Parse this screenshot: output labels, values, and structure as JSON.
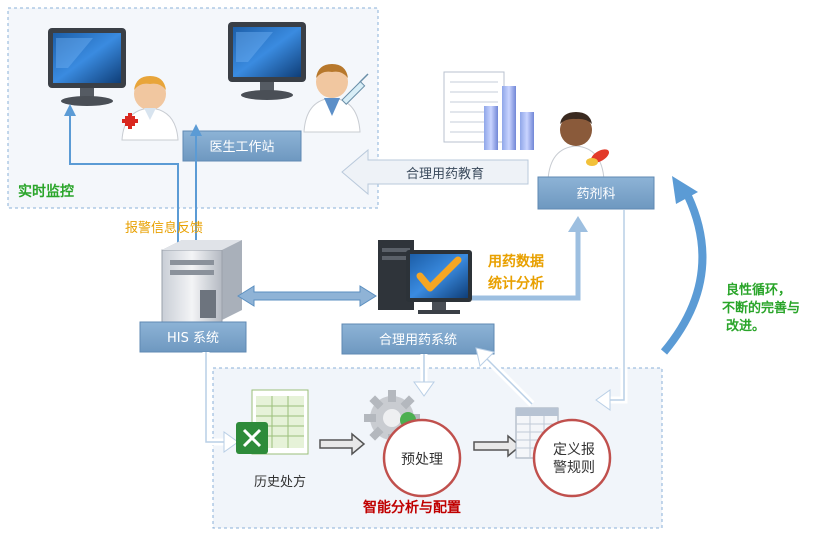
{
  "labels": {
    "doctor_station": "医生工作站",
    "realtime_monitor": "实时监控",
    "alarm_feedback": "报警信息反馈",
    "education": "合理用药教育",
    "pharmacy": "药剂科",
    "his": "HIS 系统",
    "rational_system": "合理用药系统",
    "stats_line1": "用药数据",
    "stats_line2": "统计分析",
    "cycle_line1": "良性循环，",
    "cycle_line2": "不断的完善与",
    "cycle_line3": "改进。",
    "history_rx": "历史处方",
    "preprocess": "预处理",
    "rule_line1": "定义报",
    "rule_line2": "警规则",
    "smart_config": "智能分析与配置"
  },
  "icons": {
    "monitor": "monitor-icon",
    "doctor": "doctor-icon",
    "server": "server-icon",
    "computer": "computer-checkmark-icon",
    "pharmacist": "pharmacist-icon",
    "chart": "document-chart-icon",
    "excel": "excel-icon",
    "gear": "gear-icon",
    "table": "table-icon"
  },
  "colors": {
    "box": "#7ea7cb",
    "arrow": "#8fb3d6",
    "green_text": "#2aa52a",
    "orange_text": "#e8a000",
    "red_circle": "#c0504d",
    "red_text": "#c00000",
    "dashed_border": "#8ab0d8",
    "panel": "#f1f5fa"
  }
}
